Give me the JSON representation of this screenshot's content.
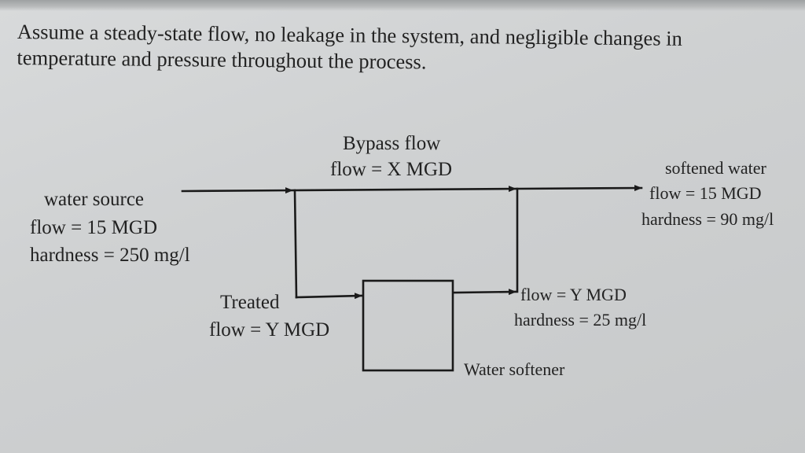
{
  "problem": {
    "line1": "Assume a steady-state flow, no leakage in the system, and negligible changes in",
    "line2": "temperature and pressure throughout the process."
  },
  "diagram": {
    "bypass": {
      "title": "Bypass flow",
      "flow": "flow = X MGD"
    },
    "source": {
      "title": "water source",
      "flow": "flow = 15 MGD",
      "hardness": "hardness = 250 mg/l"
    },
    "softened": {
      "title": "softened water",
      "flow": "flow = 15 MGD",
      "hardness": "hardness = 90 mg/l"
    },
    "treated": {
      "title": "Treated",
      "flow": "flow = Y MGD"
    },
    "softener_out": {
      "flow": "flow = Y MGD",
      "hardness": "hardness = 25 mg/l"
    },
    "softener": {
      "label": "Water softener"
    }
  }
}
